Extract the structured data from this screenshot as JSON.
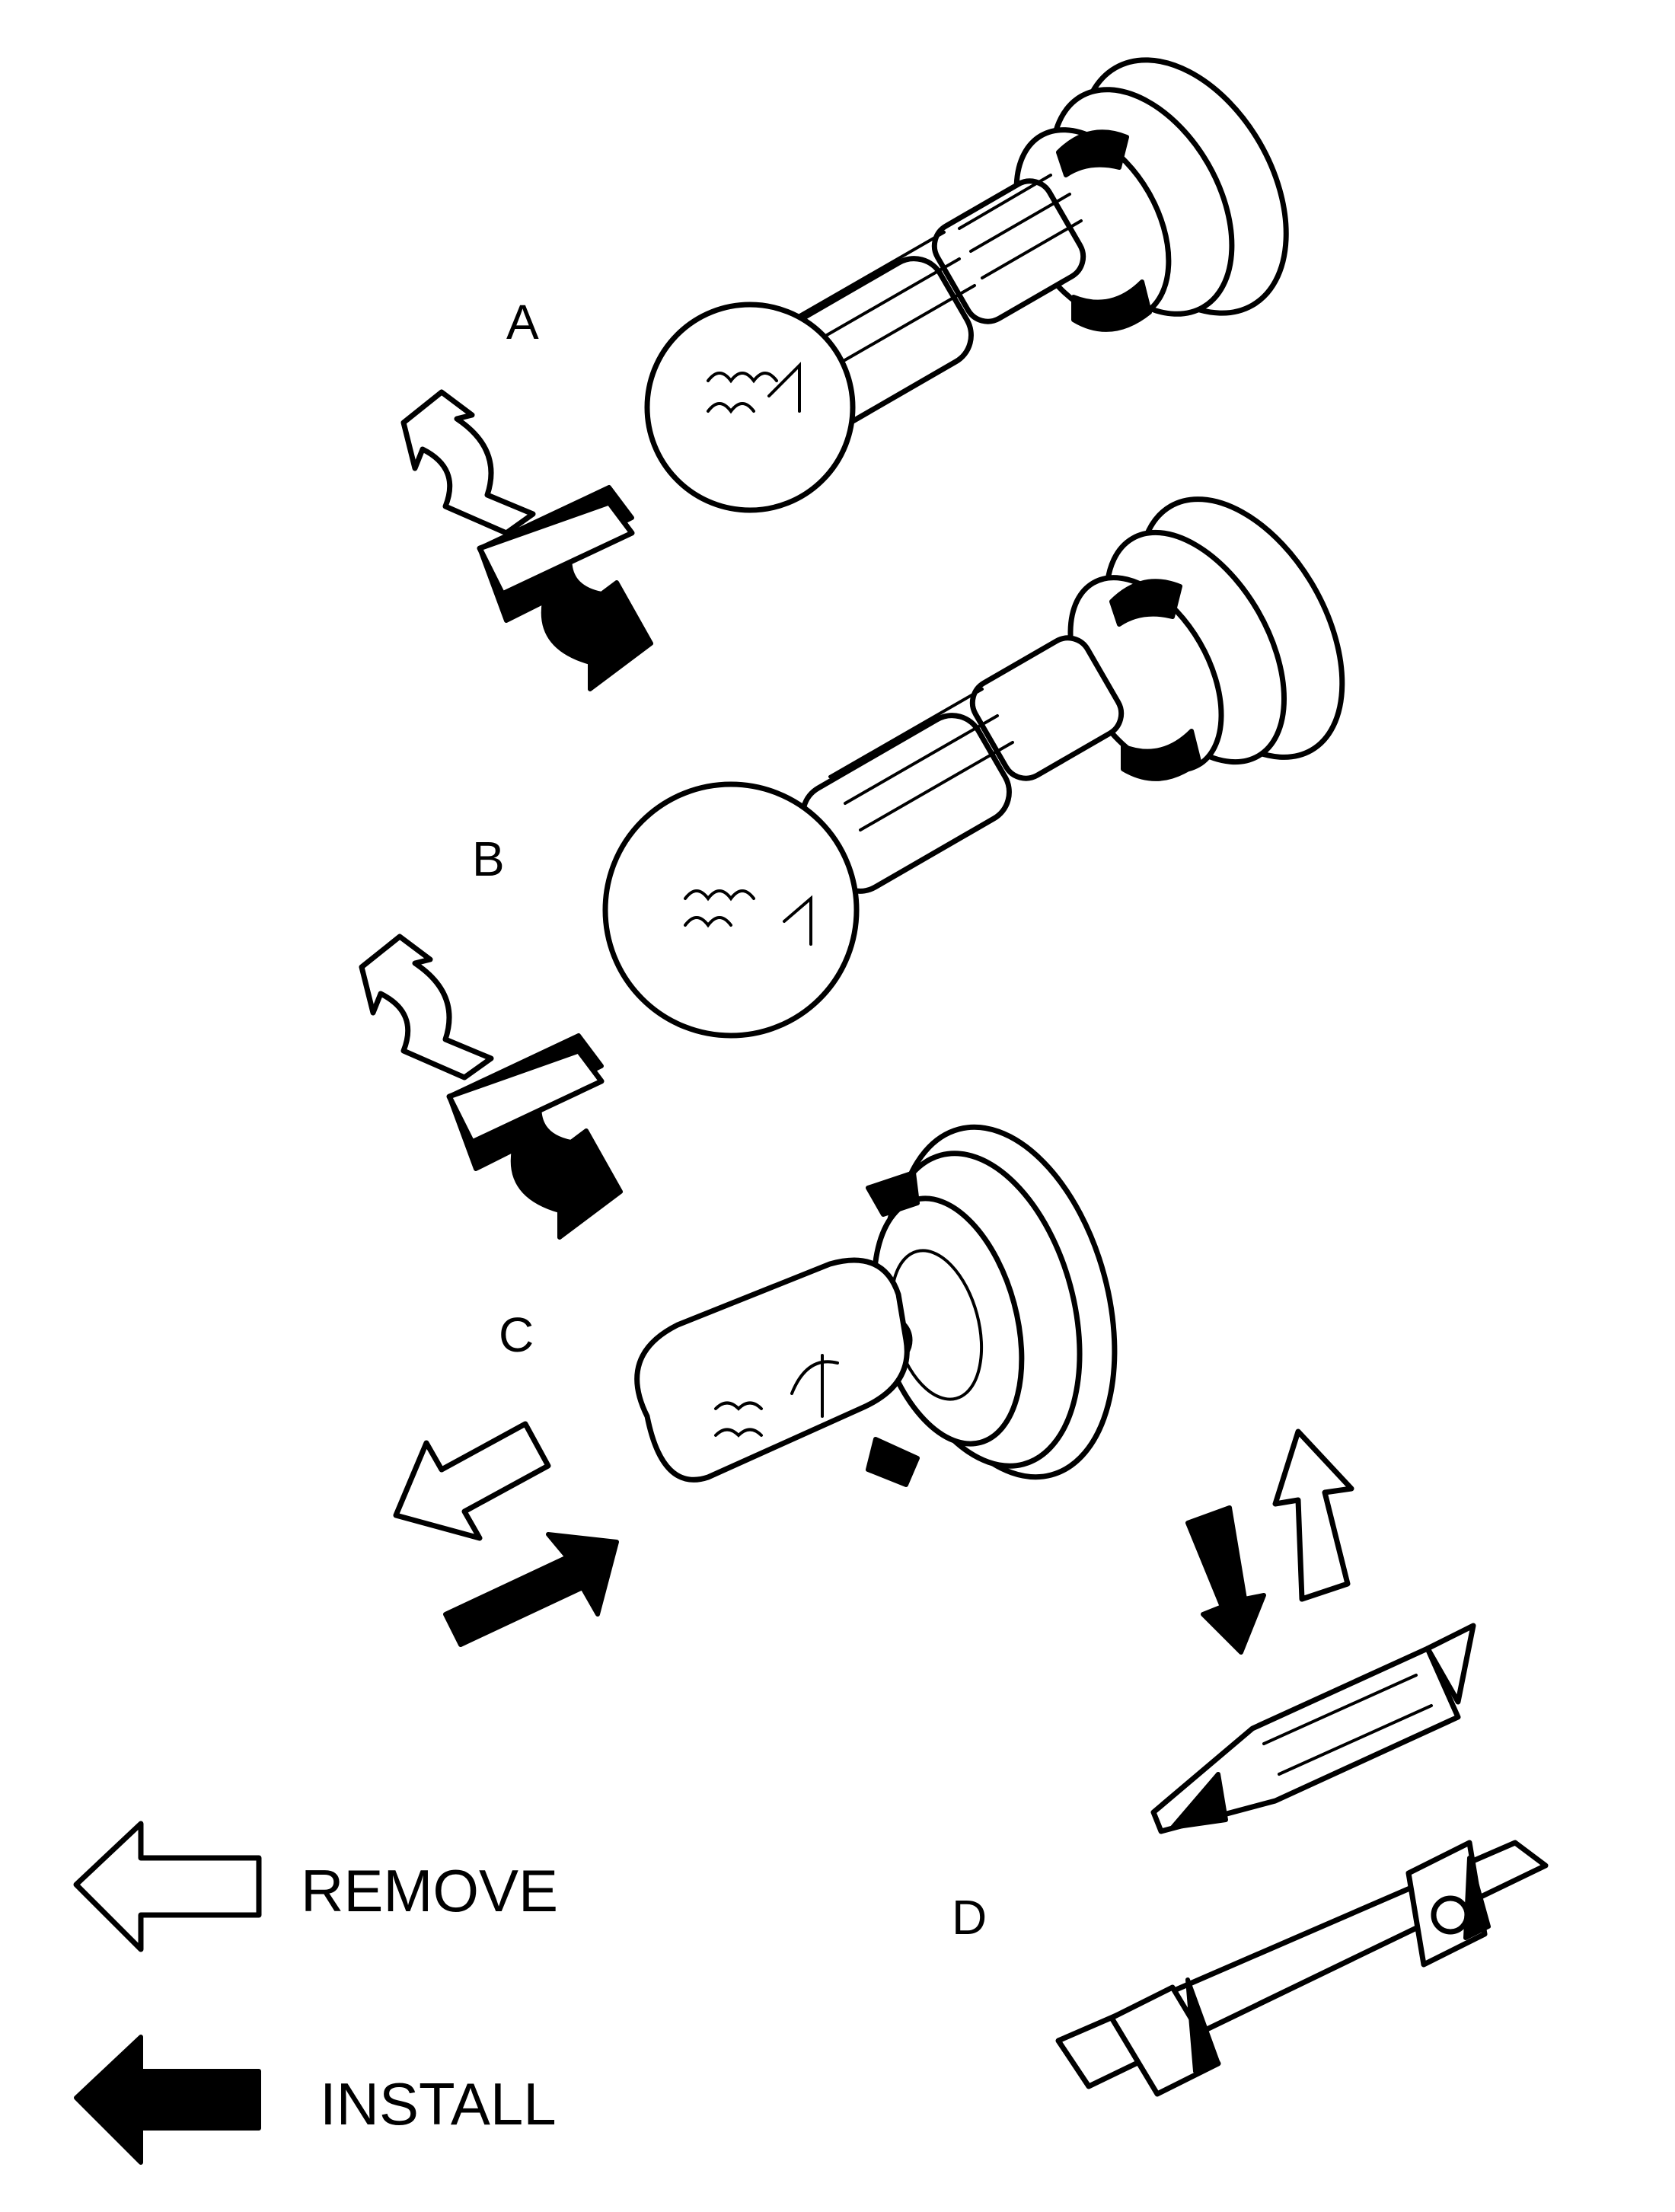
{
  "figure": {
    "labels": {
      "a": "A",
      "b": "B",
      "c": "C",
      "d": "D"
    },
    "legend": {
      "remove": "REMOVE",
      "install": "INSTALL"
    },
    "colors": {
      "ink": "#000000",
      "paper": "#ffffff"
    }
  }
}
